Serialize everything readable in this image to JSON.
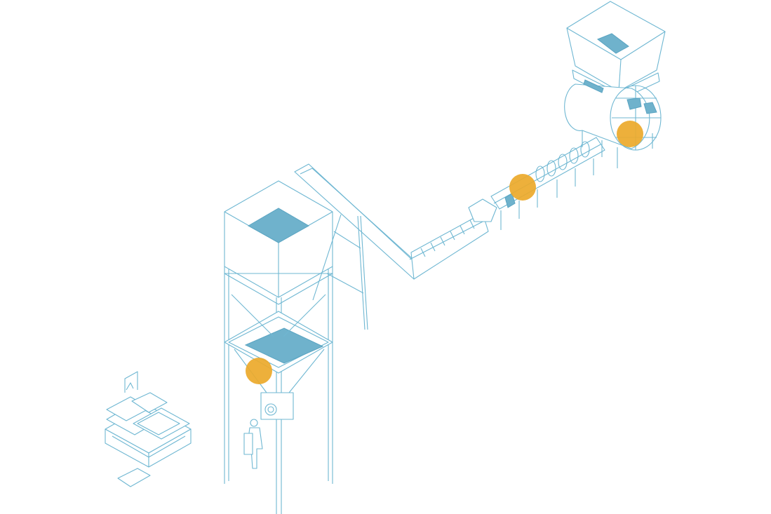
{
  "colors": {
    "line": "#6fb7d2",
    "fill": "#6fb2cc",
    "hotspot": "#eba92a"
  },
  "hotspots": [
    {
      "ref": "1"
    },
    {
      "ref": "2"
    },
    {
      "ref": "3"
    }
  ]
}
